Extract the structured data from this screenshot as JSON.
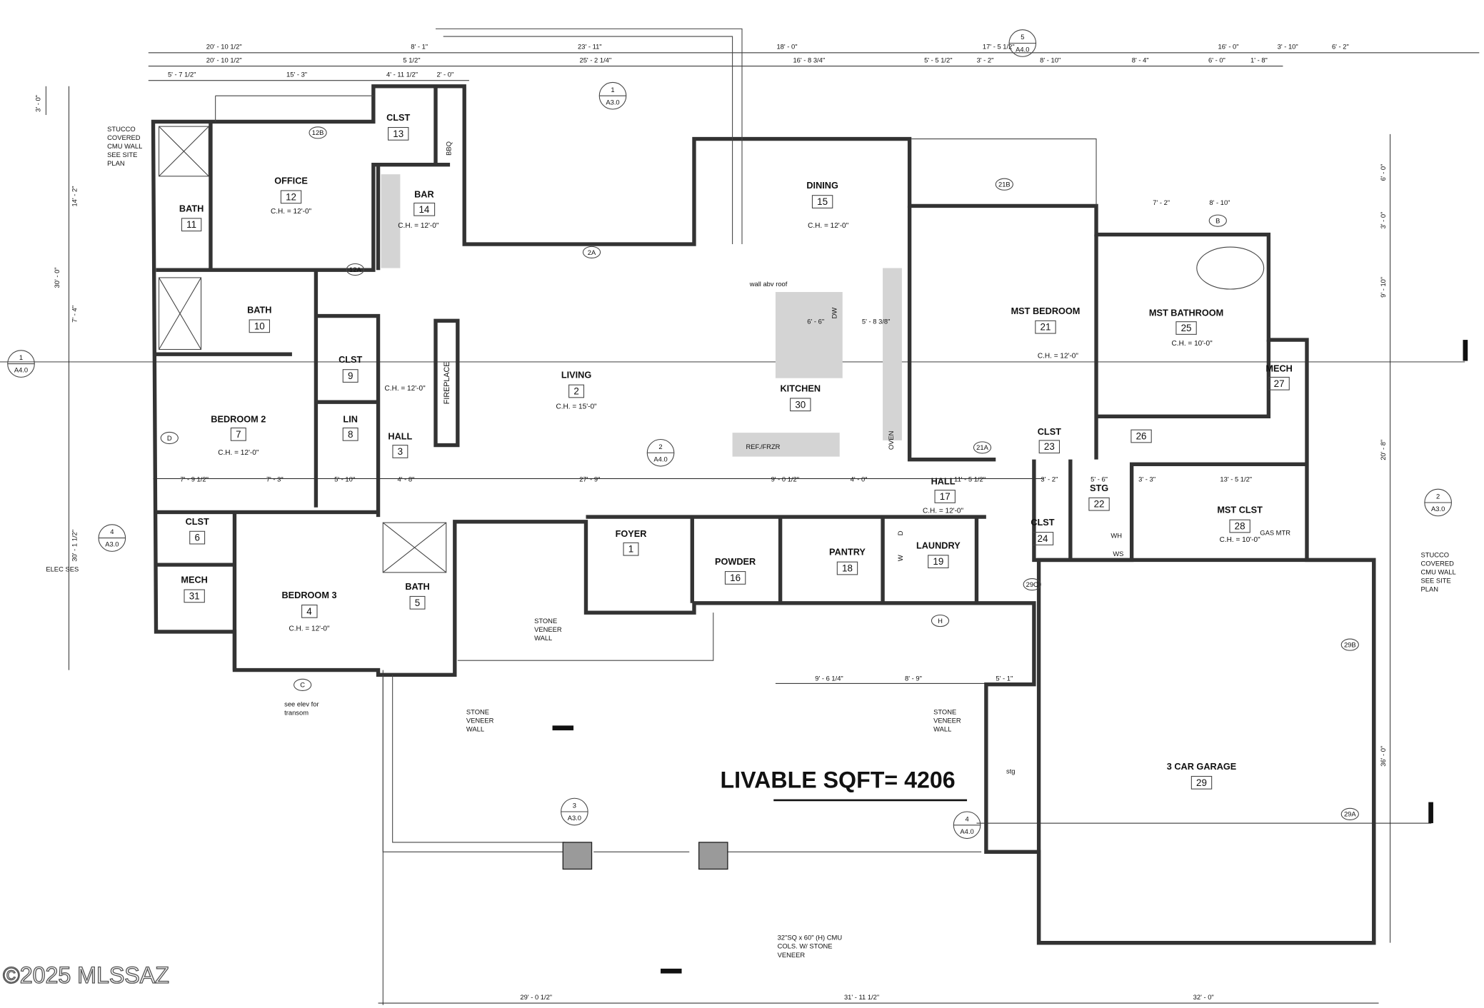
{
  "rooms": {
    "office": {
      "name": "OFFICE",
      "num": "12",
      "ch": "C.H. = 12'-0\""
    },
    "bath11": {
      "name": "BATH",
      "num": "11"
    },
    "clst13": {
      "name": "CLST",
      "num": "13"
    },
    "bar": {
      "name": "BAR",
      "num": "14",
      "ch": "C.H. = 12'-0\""
    },
    "bath10": {
      "name": "BATH",
      "num": "10"
    },
    "clst9": {
      "name": "CLST",
      "num": "9"
    },
    "lin": {
      "name": "LIN",
      "num": "8"
    },
    "hall3": {
      "name": "HALL",
      "num": "3",
      "ch": "C.H. = 12'-0\""
    },
    "bedroom2": {
      "name": "BEDROOM 2",
      "num": "7",
      "ch": "C.H. = 12'-0\""
    },
    "living": {
      "name": "LIVING",
      "num": "2",
      "ch": "C.H. = 15'-0\""
    },
    "dining": {
      "name": "DINING",
      "num": "15",
      "ch": "C.H. = 12'-0\""
    },
    "kitchen": {
      "name": "KITCHEN",
      "num": "30"
    },
    "mst_bedroom": {
      "name": "MST BEDROOM",
      "num": "21",
      "ch": "C.H. = 12'-0\""
    },
    "mst_bathroom": {
      "name": "MST BATHROOM",
      "num": "25",
      "ch": "C.H. = 10'-0\""
    },
    "mech27": {
      "name": "MECH",
      "num": "27"
    },
    "clst23": {
      "name": "CLST",
      "num": "23"
    },
    "wc26": {
      "num": "26"
    },
    "stg": {
      "name": "STG",
      "num": "22"
    },
    "mst_clst": {
      "name": "MST CLST",
      "num": "28",
      "ch": "C.H. = 10'-0\""
    },
    "clst24": {
      "name": "CLST",
      "num": "24"
    },
    "hall17": {
      "name": "HALL",
      "num": "17",
      "ch": "C.H. = 12'-0\""
    },
    "pantry": {
      "name": "PANTRY",
      "num": "18"
    },
    "laundry": {
      "name": "LAUNDRY",
      "num": "19"
    },
    "powder": {
      "name": "POWDER",
      "num": "16"
    },
    "foyer": {
      "name": "FOYER",
      "num": "1"
    },
    "clst6": {
      "name": "CLST",
      "num": "6"
    },
    "mech31": {
      "name": "MECH",
      "num": "31"
    },
    "bedroom3": {
      "name": "BEDROOM 3",
      "num": "4",
      "ch": "C.H. = 12'-0\""
    },
    "bath5": {
      "name": "BATH",
      "num": "5"
    },
    "garage": {
      "name": "3 CAR GARAGE",
      "num": "29"
    }
  },
  "fixtures": {
    "bbq": "BBQ",
    "fireplace": "FIREPLACE",
    "ref": "REF./FRZR",
    "oven": "OVEN",
    "dw": "DW",
    "washer": "W",
    "dryer": "D",
    "wh": "WH",
    "ws": "WS"
  },
  "livable": "LIVABLE SQFT= 4206",
  "copyright": "©2025 MLSSAZ",
  "notes": {
    "stucco1": [
      "STUCCO",
      "COVERED",
      "CMU WALL",
      "SEE SITE",
      "PLAN"
    ],
    "stucco2": [
      "STUCCO",
      "COVERED",
      "CMU WALL",
      "SEE SITE",
      "PLAN"
    ],
    "elec": "ELEC SES",
    "stone1": [
      "STONE",
      "VENEER",
      "WALL"
    ],
    "stone2": [
      "STONE",
      "VENEER",
      "WALL"
    ],
    "stone3": [
      "STONE",
      "VENEER",
      "WALL"
    ],
    "transom": [
      "see elev for",
      "transom"
    ],
    "cols": [
      "32\"SQ x 60\" (H) CMU",
      "COLS. W/ STONE",
      "VENEER"
    ],
    "wall_abv": "wall abv roof",
    "gas": "GAS MTR",
    "stg": "stg"
  },
  "sections": [
    {
      "num": "1",
      "sheet": "A3.0"
    },
    {
      "num": "1",
      "sheet": "A4.0"
    },
    {
      "num": "2",
      "sheet": "A4.0"
    },
    {
      "num": "4",
      "sheet": "A3.0"
    },
    {
      "num": "3",
      "sheet": "A3.0"
    },
    {
      "num": "4",
      "sheet": "A4.0"
    },
    {
      "num": "2",
      "sheet": "A3.0"
    },
    {
      "num": "5",
      "sheet": "A4.0"
    }
  ],
  "dims": {
    "top1": [
      "20' - 10 1/2\"",
      "8' - 1\"",
      "23' - 11\"",
      "18' - 0\"",
      "17' - 5 1/2\"",
      "16' - 0\"",
      "3' - 10\"",
      "6' - 2\""
    ],
    "top2": [
      "20' - 10 1/2\"",
      "5 1/2\"",
      "25' - 2 1/4\"",
      "16' - 8 3/4\"",
      "5' - 5 1/2\"",
      "3' - 2\"",
      "8' - 10\"",
      "8' - 4\"",
      "6' - 0\"",
      "1' - 8\""
    ],
    "top3": [
      "5' - 7 1/2\"",
      "15' - 3\"",
      "4' - 11 1/2\"",
      "2' - 0\""
    ],
    "bottom": [
      "29' - 0 1/2\"",
      "31' - 11 1/2\"",
      "32' - 0\""
    ],
    "left": [
      "3' - 0\"",
      "14' - 2\"",
      "30' - 0\"",
      "7' - 4\"",
      "30' - 1 1/2\""
    ],
    "right": [
      "6' - 0\"",
      "3' - 0\"",
      "9' - 10\"",
      "20' - 8\"",
      "36' - 0\""
    ],
    "mid": [
      "7' - 9 1/2\"",
      "7' - 3\"",
      "5' - 10\"",
      "4' - 8\"",
      "27' - 9\"",
      "9' - 0 1/2\"",
      "4' - 0\"",
      "11' - 5 1/2\"",
      "3' - 2\"",
      "5' - 6\"",
      "3' - 3\"",
      "13' - 5 1/2\"",
      "9' - 6 1/4\"",
      "8' - 9\"",
      "5' - 1\"",
      "6' - 6\"",
      "5' - 8 3/8\"",
      "7' - 2\"",
      "8' - 10\""
    ]
  },
  "tags": [
    "12B",
    "12A",
    "2A",
    "21B",
    "21A",
    "29A",
    "29B",
    "29C",
    "B",
    "C",
    "D",
    "H"
  ]
}
